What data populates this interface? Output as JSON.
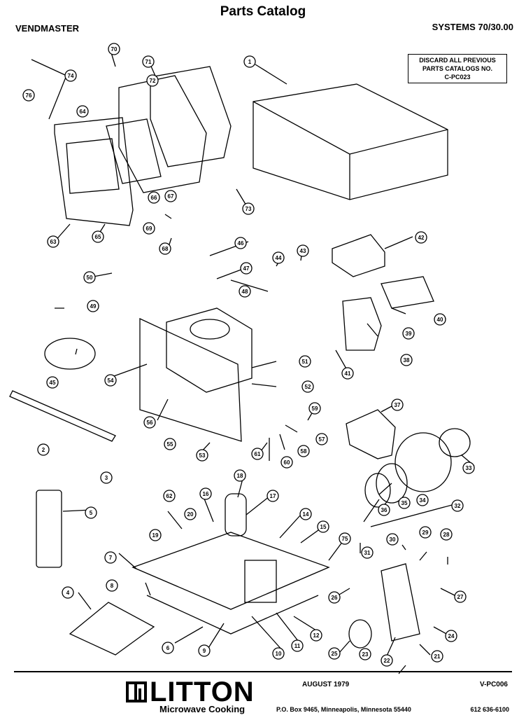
{
  "header": {
    "title": "Parts Catalog",
    "model": "VENDMASTER",
    "systems": "SYSTEMS 70/30.00"
  },
  "notice": {
    "line1": "DISCARD ALL PREVIOUS",
    "line2": "PARTS CATALOGS NO.",
    "line3": "C-PC023"
  },
  "callouts": [
    "1",
    "2",
    "3",
    "4",
    "5",
    "6",
    "7",
    "8",
    "9",
    "10",
    "11",
    "12",
    "14",
    "15",
    "16",
    "17",
    "18",
    "19",
    "20",
    "21",
    "22",
    "23",
    "24",
    "25",
    "26",
    "27",
    "28",
    "29",
    "30",
    "31",
    "32",
    "33",
    "34",
    "35",
    "36",
    "37",
    "38",
    "39",
    "40",
    "41",
    "42",
    "43",
    "44",
    "45",
    "46",
    "47",
    "48",
    "49",
    "50",
    "51",
    "52",
    "53",
    "54",
    "55",
    "56",
    "57",
    "58",
    "59",
    "60",
    "61",
    "62",
    "63",
    "64",
    "65",
    "66",
    "67",
    "68",
    "69",
    "70",
    "71",
    "72",
    "73",
    "74",
    "75",
    "76"
  ],
  "footer": {
    "brand": "LITTON",
    "tagline": "Microwave Cooking",
    "date": "AUGUST 1979",
    "doc_code": "V-PC006",
    "address": "P.O. Box 9465, Minneapolis, Minnesota 55440",
    "phone": "612  636-6100"
  }
}
